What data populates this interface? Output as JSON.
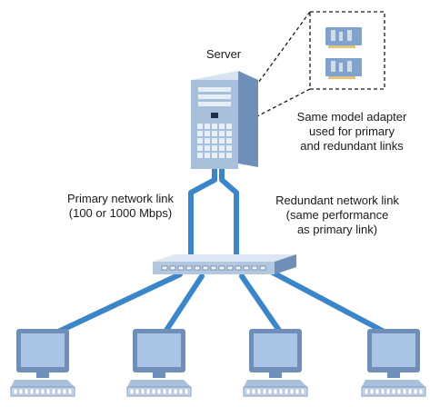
{
  "labels": {
    "server": "Server",
    "adapter_note": [
      "Same model adapter",
      "used for primary",
      "and redundant links"
    ],
    "primary_link": [
      "Primary network link",
      "(100 or 1000 Mbps)"
    ],
    "redundant_link": [
      "Redundant network link",
      "(same performance",
      "as primary link)"
    ]
  },
  "colors": {
    "cable": "#3a86c8",
    "server_body": "#a9c0dc",
    "server_dark": "#6f8fb8",
    "monitor_screen": "#a9c4e4",
    "monitor_frame": "#6f8fb8",
    "switch_body": "#b3c7df",
    "adapter_card": "#7fa3cc",
    "dashed_box": "#1a1a1a"
  },
  "icons": {
    "server": "tower-server-icon",
    "switch": "network-switch-icon",
    "workstation": "desktop-computer-icon",
    "adapter": "network-adapter-card-icon"
  },
  "workstation_count": 4
}
